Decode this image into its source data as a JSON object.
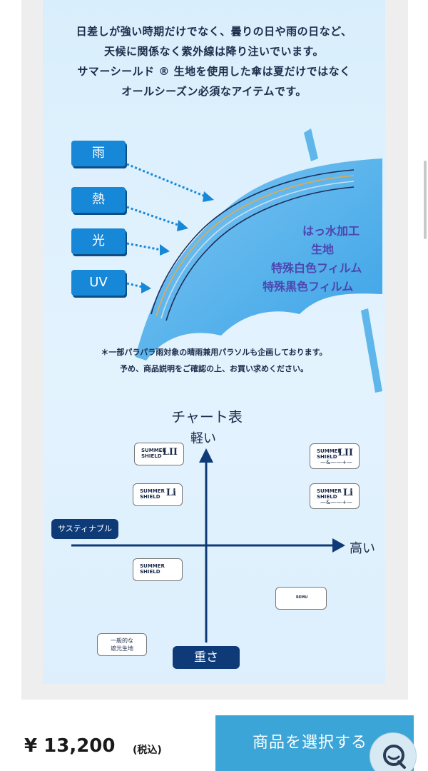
{
  "intro": {
    "lines": [
      "日差しが強い時期だけでなく、曇りの日や雨の日など、",
      "天候に関係なく紫外線は降り注いでいます。",
      "サマーシールド ® 生地を使用した傘は夏だけではなく",
      "オールシーズン必須なアイテムです。"
    ]
  },
  "tags": [
    "雨",
    "熱",
    "光",
    "UV"
  ],
  "layers": [
    "はっ水加工",
    "生地",
    "特殊白色フィルム",
    "特殊黒色フィルム"
  ],
  "note": {
    "line1": "＊一部パラパラ雨対象の晴雨兼用パラソルも企画しております。",
    "line2": "予め、商品説明をご確認の上、お買い求めください。"
  },
  "chart": {
    "title": "チャート表",
    "top_label": "軽い",
    "right_label": "高い",
    "bottom_label": "重さ",
    "left_label": "サスティナブル"
  },
  "brands": {
    "summer_shield_word1": "SUMMER",
    "summer_shield_word2": "SHIELD",
    "reg_mark": "®",
    "lii": "LII",
    "li": "Li",
    "collab_sub": "—&——+—",
    "remu": "REMU",
    "general_line1": "一般的な",
    "general_line2": "遮光生地"
  },
  "purchase": {
    "price": "¥ 13,200",
    "tax_label": "(税込)",
    "select_button_label": "商品を選択する"
  },
  "colors": {
    "accent_blue": "#1787d8",
    "navy": "#0e3a77",
    "button_blue": "#3aa5d6",
    "layer_purple": "#4d47b0"
  },
  "icons": {
    "chat": "chat-bubble-icon"
  }
}
